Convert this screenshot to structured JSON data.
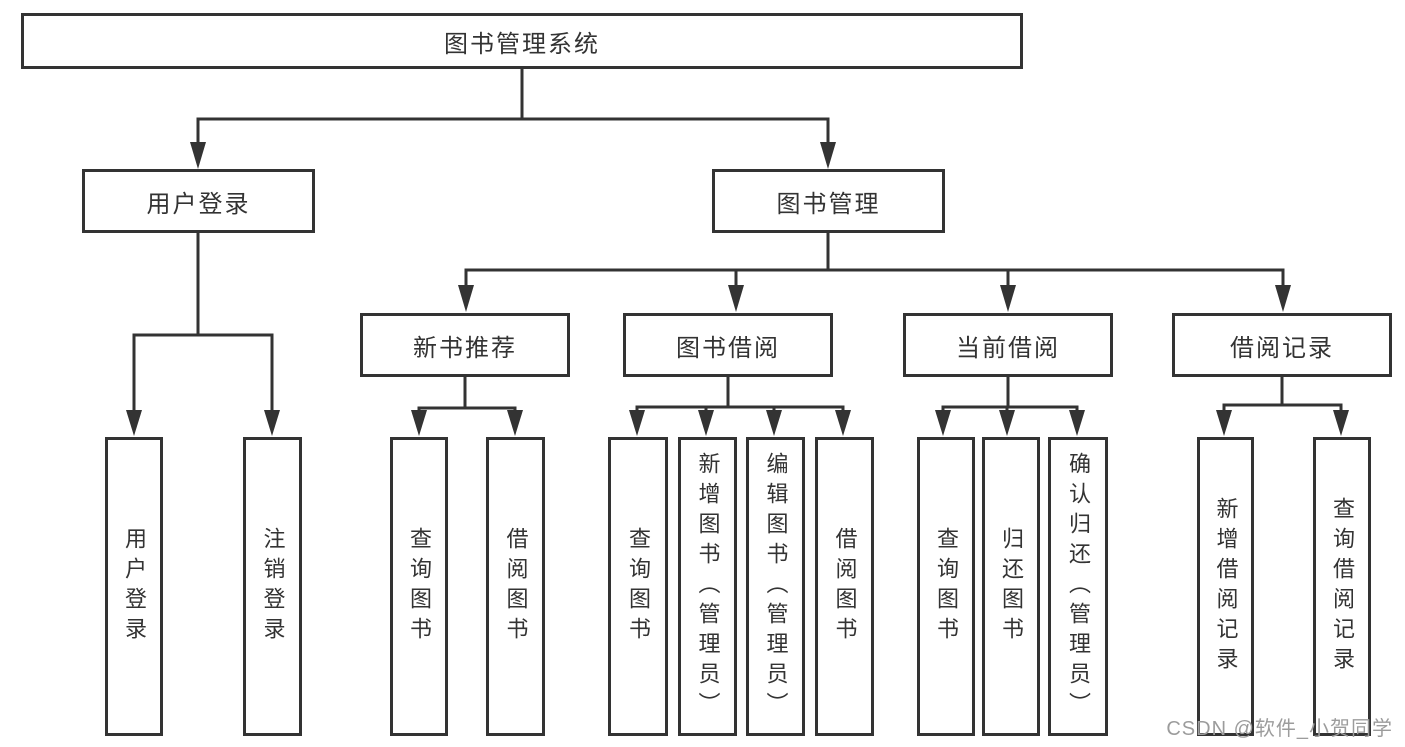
{
  "diagram_title": "图书管理系统",
  "watermark": "CSDN @软件_小贺同学",
  "colors": {
    "line": "#333333",
    "box_border": "#333333",
    "box_fill": "#ffffff",
    "text": "#333333",
    "watermark": "#9c9c9c"
  },
  "nodes": {
    "root": {
      "label": "图书管理系统"
    },
    "user_login": {
      "label": "用户登录"
    },
    "book_mgmt": {
      "label": "图书管理"
    },
    "new_book_rec": {
      "label": "新书推荐"
    },
    "book_borrow": {
      "label": "图书借阅"
    },
    "current_borrow": {
      "label": "当前借阅"
    },
    "borrow_records": {
      "label": "借阅记录"
    },
    "leaf_user_login": {
      "label": "用户登录"
    },
    "leaf_logout": {
      "label": "注销登录"
    },
    "leaf_query_book_1": {
      "label": "查询图书"
    },
    "leaf_borrow_book_1": {
      "label": "借阅图书"
    },
    "leaf_query_book_2": {
      "label": "查询图书"
    },
    "leaf_add_book_admin": {
      "label": "新增图书（管理员）"
    },
    "leaf_edit_book_admin": {
      "label": "编辑图书（管理员）"
    },
    "leaf_borrow_book_2": {
      "label": "借阅图书"
    },
    "leaf_query_book_3": {
      "label": "查询图书"
    },
    "leaf_return_book": {
      "label": "归还图书"
    },
    "leaf_confirm_return_admin": {
      "label": "确认归还（管理员）"
    },
    "leaf_add_borrow_record": {
      "label": "新增借阅记录"
    },
    "leaf_query_borrow_record": {
      "label": "查询借阅记录"
    }
  },
  "hierarchy": {
    "root": [
      "user_login",
      "book_mgmt"
    ],
    "user_login": [
      "leaf_user_login",
      "leaf_logout"
    ],
    "book_mgmt": [
      "new_book_rec",
      "book_borrow",
      "current_borrow",
      "borrow_records"
    ],
    "new_book_rec": [
      "leaf_query_book_1",
      "leaf_borrow_book_1"
    ],
    "book_borrow": [
      "leaf_query_book_2",
      "leaf_add_book_admin",
      "leaf_edit_book_admin",
      "leaf_borrow_book_2"
    ],
    "current_borrow": [
      "leaf_query_book_3",
      "leaf_return_book",
      "leaf_confirm_return_admin"
    ],
    "borrow_records": [
      "leaf_add_borrow_record",
      "leaf_query_borrow_record"
    ]
  }
}
